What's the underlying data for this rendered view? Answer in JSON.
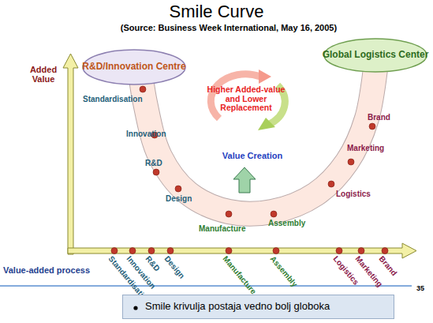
{
  "diagram": {
    "title": "Smile Curve",
    "nodes": [
      {
        "text": [
          "R&D/Innovation Centre"
        ]
      },
      {
        "text": [
          "Global Logistics Center"
        ]
      },
      {
        "text": [
          "Smile krivulja postaja vedno bolj globoka"
        ]
      }
    ],
    "labels": [
      "(Source: Business Week International, May 16, 2005)",
      "Added Value",
      "Higher Added-value and Lower Replacement",
      "Value Creation",
      "Standardisation",
      "Innovation",
      "R&D",
      "Design",
      "Manufacture",
      "Assembly",
      "Logistics",
      "Marketing",
      "Brand",
      "Standardisation",
      "Innovation",
      "R&D",
      "Design",
      "Manufacture",
      "Assembly",
      "Logistics",
      "Marketing",
      "Brand",
      "Value-added process",
      "35"
    ]
  }
}
